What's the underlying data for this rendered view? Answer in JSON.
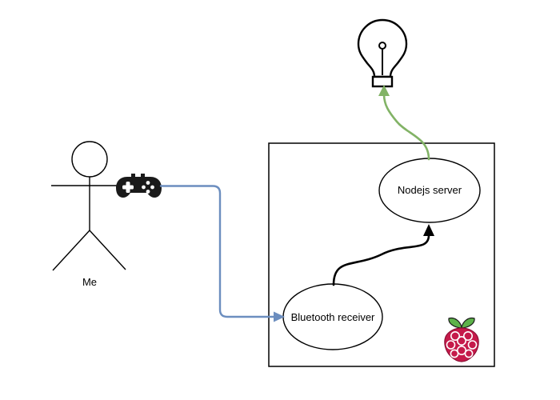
{
  "diagram": {
    "actor_label": "Me",
    "nodes": {
      "bluetooth": {
        "label": "Bluetooth receiver"
      },
      "nodejs": {
        "label": "Nodejs server"
      }
    },
    "icons": {
      "stick-figure": "person stick figure",
      "gamepad-icon": "game controller",
      "lightbulb-icon": "light bulb",
      "raspberry-pi-logo": "raspberry with two leaves"
    },
    "colors": {
      "link_blue": "#6c8ebf",
      "link_green": "#82b366",
      "stroke_black": "#000000",
      "raspberry_red": "#c51a4a",
      "raspberry_outline": "#8c0f35",
      "leaf_green": "#5db24a"
    }
  }
}
